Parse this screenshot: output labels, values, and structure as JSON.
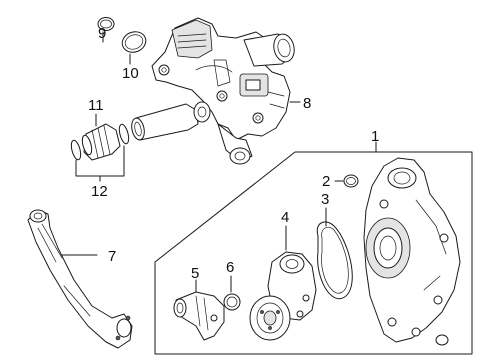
{
  "callouts": {
    "c1": "1",
    "c2": "2",
    "c3": "3",
    "c4": "4",
    "c5": "5",
    "c6": "6",
    "c7": "7",
    "c8": "8",
    "c9": "9",
    "c10": "10",
    "c11": "11",
    "c12": "12"
  },
  "colors": {
    "line": "#1a1a1a",
    "background": "#ffffff",
    "shading": "#e4e4e4"
  }
}
